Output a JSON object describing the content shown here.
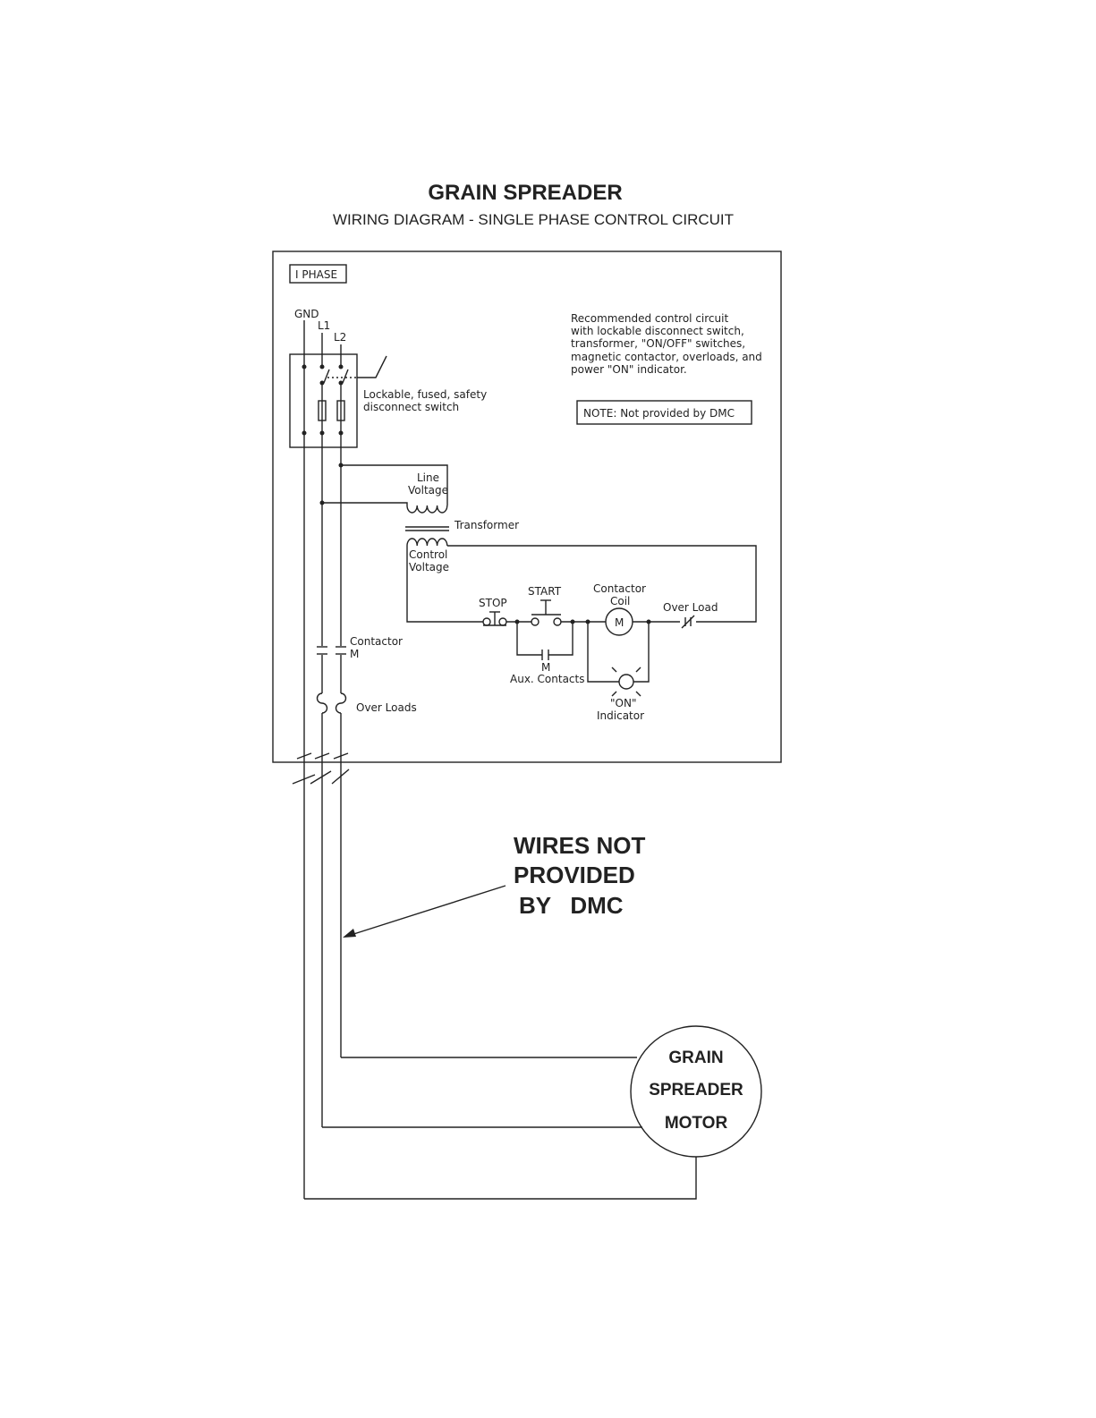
{
  "title": "GRAIN SPREADER",
  "subtitle": "WIRING DIAGRAM - SINGLE PHASE CONTROL CIRCUIT",
  "panel": {
    "phase_label": "I PHASE",
    "terminals": {
      "gnd": "GND",
      "l1": "L1",
      "l2": "L2"
    },
    "disconnect_label": [
      "Lockable, fused, safety",
      "disconnect switch"
    ],
    "description": [
      "Recommended control circuit",
      "with lockable disconnect switch,",
      "transformer, \"ON/OFF\" switches,",
      "magnetic contactor, overloads, and",
      "power \"ON\" indicator."
    ],
    "note": "NOTE:  Not provided by DMC",
    "transformer": {
      "line": [
        "Line",
        "Voltage"
      ],
      "label": "Transformer",
      "control": [
        "Control",
        "Voltage"
      ]
    },
    "stop": "STOP",
    "start": "START",
    "coil_label": [
      "Contactor",
      "Coil"
    ],
    "coil_symbol": "M",
    "overload": "Over Load",
    "aux_symbol": "M",
    "aux_label": "Aux. Contacts",
    "indicator_label": [
      "\"ON\"",
      "Indicator"
    ],
    "contactor_label": [
      "Contactor",
      "M"
    ],
    "overloads_label": "Over Loads"
  },
  "wires_note": [
    "WIRES NOT",
    "PROVIDED",
    "BY   DMC"
  ],
  "motor": [
    "GRAIN",
    "SPREADER",
    "MOTOR"
  ]
}
